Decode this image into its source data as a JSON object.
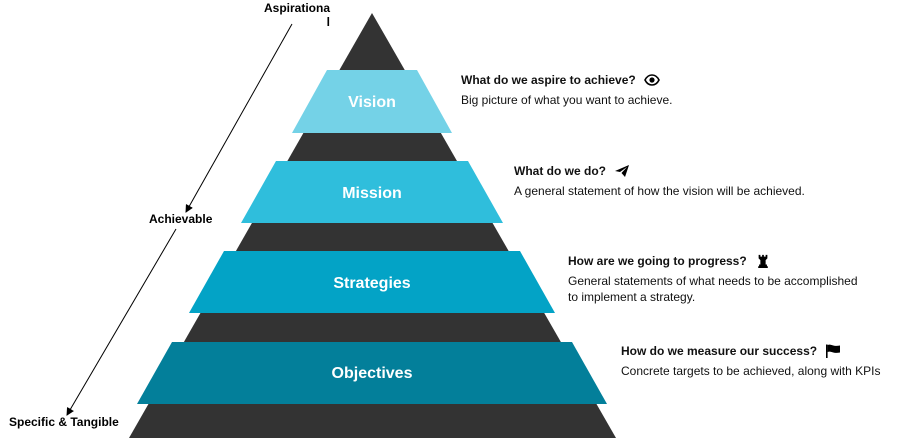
{
  "axis": {
    "top": "Aspirational",
    "middle": "Achievable",
    "bottom": "Specific & Tangible"
  },
  "tiers": [
    {
      "label": "Vision",
      "color": "#74d2e7",
      "question": "What do we aspire to achieve?",
      "icon": "eye-icon",
      "description": "Big picture of what you want to achieve."
    },
    {
      "label": "Mission",
      "color": "#2fbedc",
      "question": "What do we do?",
      "icon": "paper-plane-icon",
      "description": "A general statement of how the vision will be achieved."
    },
    {
      "label": "Strategies",
      "color": "#03a3c6",
      "question": "How are we going to progress?",
      "icon": "chess-rook-icon",
      "description": "General statements of what needs to be accomplished to implement a strategy."
    },
    {
      "label": "Objectives",
      "color": "#037f9a",
      "question": "How do we measure our success?",
      "icon": "flag-icon",
      "description": "Concrete targets to be achieved, along with KPIs"
    }
  ],
  "colors": {
    "pyramid": "#333333"
  }
}
